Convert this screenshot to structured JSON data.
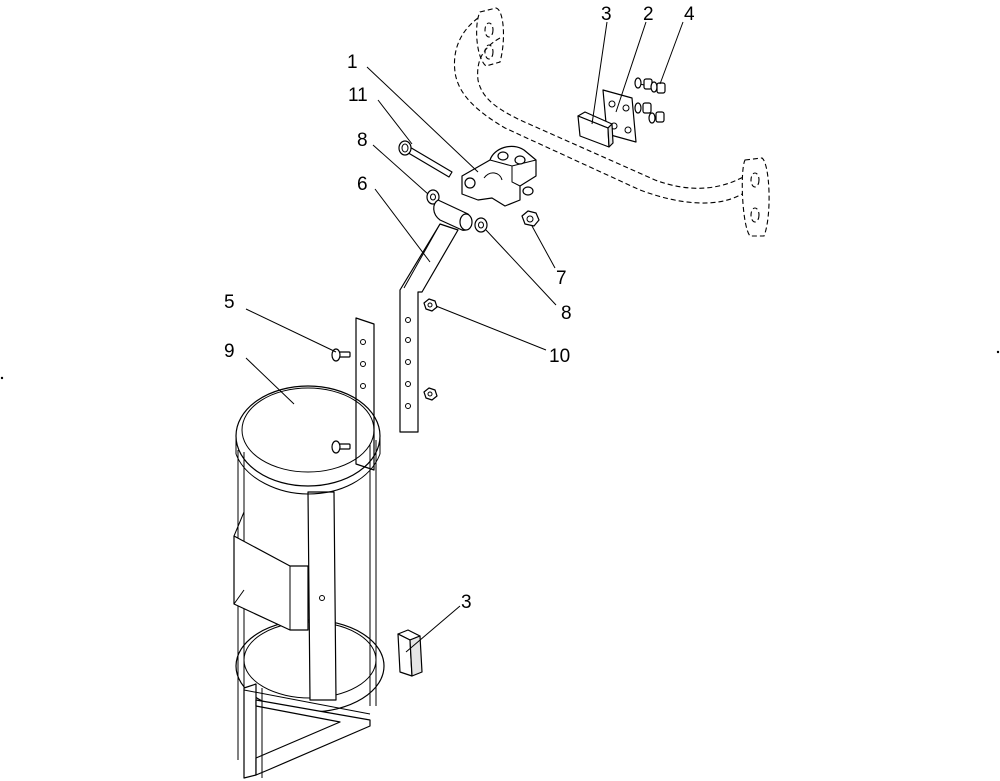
{
  "callouts": [
    {
      "id": "c1",
      "text": "1"
    },
    {
      "id": "c11",
      "text": "11"
    },
    {
      "id": "c8a",
      "text": "8"
    },
    {
      "id": "c6",
      "text": "6"
    },
    {
      "id": "c3a",
      "text": "3"
    },
    {
      "id": "c2",
      "text": "2"
    },
    {
      "id": "c4",
      "text": "4"
    },
    {
      "id": "c7",
      "text": "7"
    },
    {
      "id": "c8b",
      "text": "8"
    },
    {
      "id": "c5",
      "text": "5"
    },
    {
      "id": "c9",
      "text": "9"
    },
    {
      "id": "c10",
      "text": "10"
    },
    {
      "id": "c3b",
      "text": "3"
    }
  ]
}
